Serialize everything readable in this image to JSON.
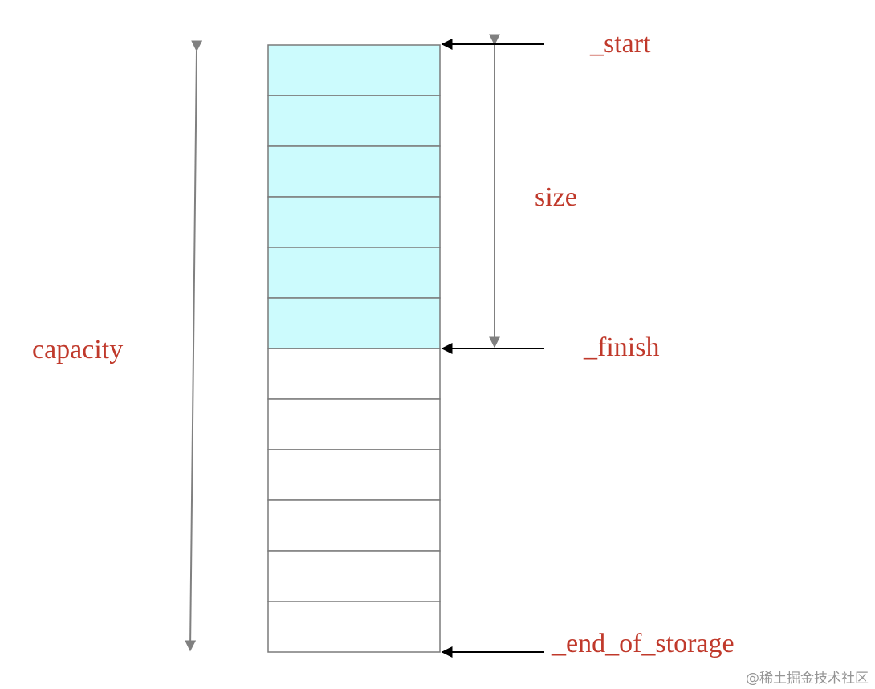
{
  "colors": {
    "label": "#c0392b",
    "used_cell": "#ccfbfd",
    "free_cell": "#ffffff",
    "cell_border": "#7a7a7a",
    "pointer_arrow": "#000000",
    "span_arrow": "#808080",
    "watermark": "#8a8a8a"
  },
  "storage": {
    "total_slots": 12,
    "used_slots": 6
  },
  "labels": {
    "start": "_start",
    "finish": "_finish",
    "end_of_storage": "_end_of_storage",
    "size": "size",
    "capacity": "capacity"
  },
  "watermark": "@稀土掘金技术社区"
}
